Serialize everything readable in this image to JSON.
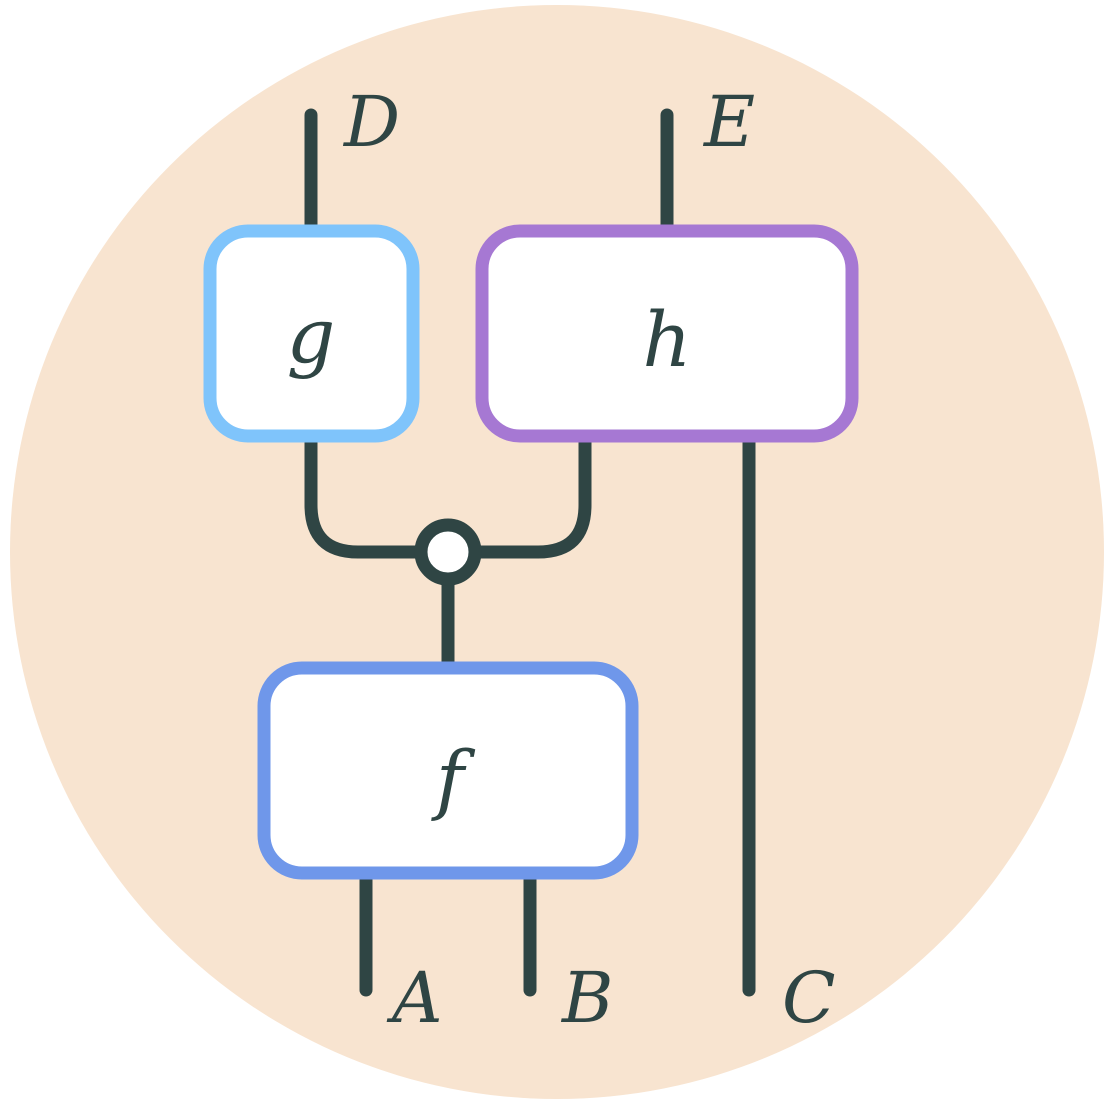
{
  "diagram": {
    "colors": {
      "background_circle": "#f8e4d0",
      "wire": "#2f4544",
      "box_fill": "#ffffff",
      "box_g_border": "#7fc4fb",
      "box_h_border": "#a678d3",
      "box_f_border": "#6f97ea",
      "node_fill": "#ffffff"
    },
    "boxes": {
      "g": "g",
      "h": "h",
      "f": "f"
    },
    "wire_labels": {
      "top_left": "D",
      "top_right": "E",
      "bottom_a": "A",
      "bottom_b": "B",
      "bottom_c": "C"
    }
  }
}
